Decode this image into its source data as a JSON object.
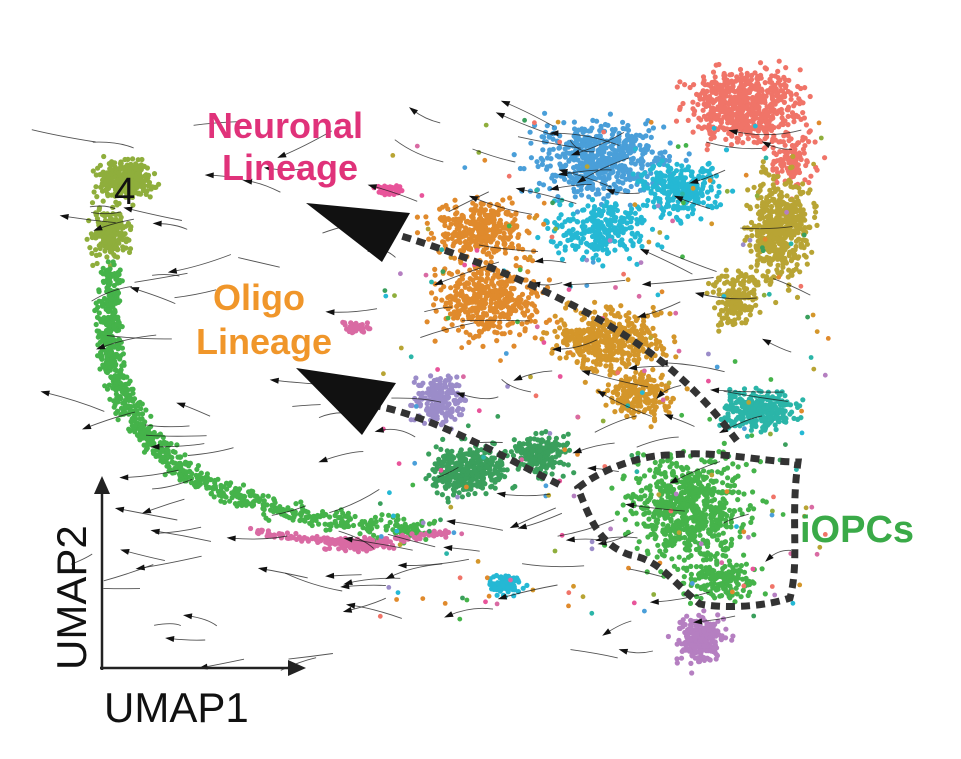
{
  "chart_data": {
    "type": "scatter",
    "title": "",
    "xlabel": "UMAP1",
    "ylabel": "UMAP2",
    "annotations": {
      "cluster_number": "4",
      "neuronal": "Neuronal\nLineage",
      "oligo": "Oligo\nLineage",
      "iopcs": "iOPCs"
    },
    "clusters": [
      {
        "color": "#f07468"
      },
      {
        "color": "#4a9fd9"
      },
      {
        "color": "#25b8d4"
      },
      {
        "color": "#b8a434"
      },
      {
        "color": "#e08a2c"
      },
      {
        "color": "#d4962a"
      },
      {
        "color": "#2bb5a8"
      },
      {
        "color": "#45b34a"
      },
      {
        "color": "#3a9f5c"
      },
      {
        "color": "#8fae3c"
      },
      {
        "color": "#9b8cc9"
      },
      {
        "color": "#b57fc1"
      },
      {
        "color": "#d96aa3"
      },
      {
        "color": "#e8549a"
      }
    ],
    "label_colors": {
      "neuronal": "#e0327a",
      "oligo": "#f0962a",
      "iopcs": "#3aaa48"
    }
  }
}
